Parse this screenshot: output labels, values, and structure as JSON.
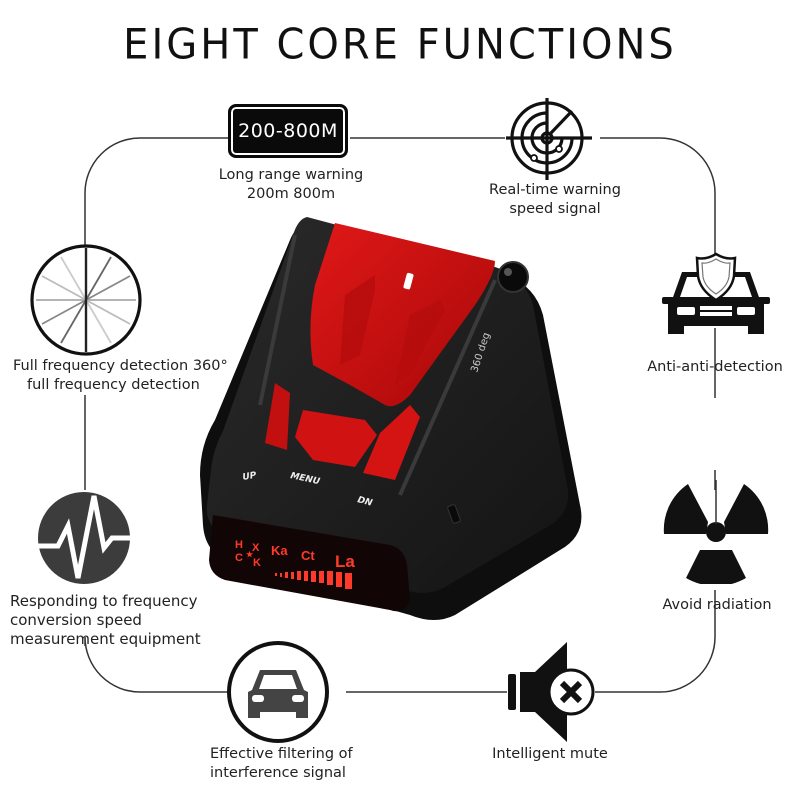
{
  "title": "EIGHT CORE FUNCTIONS",
  "features": [
    {
      "id": "long-range",
      "icon": "range-badge-icon",
      "badge_text": "200-800M",
      "lines": [
        "Long range warning",
        "200m 800m"
      ]
    },
    {
      "id": "real-time",
      "icon": "radar-icon",
      "lines": [
        "Real-time warning",
        "speed signal"
      ]
    },
    {
      "id": "full-frequency",
      "icon": "compass-dial-icon",
      "lines": [
        "Full frequency detection 360°",
        "full frequency detection"
      ]
    },
    {
      "id": "anti-detection",
      "icon": "car-shield-icon",
      "lines": [
        "Anti-anti-detection"
      ]
    },
    {
      "id": "frequency-conversion",
      "icon": "waveform-icon",
      "lines": [
        "Responding to frequency",
        "conversion speed",
        "measurement equipment"
      ]
    },
    {
      "id": "radiation",
      "icon": "radiation-icon",
      "lines": [
        "Avoid radiation"
      ]
    },
    {
      "id": "filtering",
      "icon": "car-circle-icon",
      "lines": [
        "Effective filtering of",
        "interference signal"
      ]
    },
    {
      "id": "mute",
      "icon": "speaker-mute-icon",
      "lines": [
        "Intelligent mute"
      ]
    }
  ],
  "device": {
    "buttons": {
      "up": "UP",
      "menu": "MENU",
      "dn": "DN"
    },
    "side_label": "360 deg",
    "display": {
      "row1": [
        "H",
        "X",
        "Ka",
        "Ct",
        "La"
      ],
      "row2": [
        "C",
        "K"
      ],
      "star": "★"
    }
  },
  "colors": {
    "accent_red": "#d40f0f",
    "body_black": "#1c1c1c",
    "line": "#333333",
    "lcd_red": "#ff3a2a"
  }
}
